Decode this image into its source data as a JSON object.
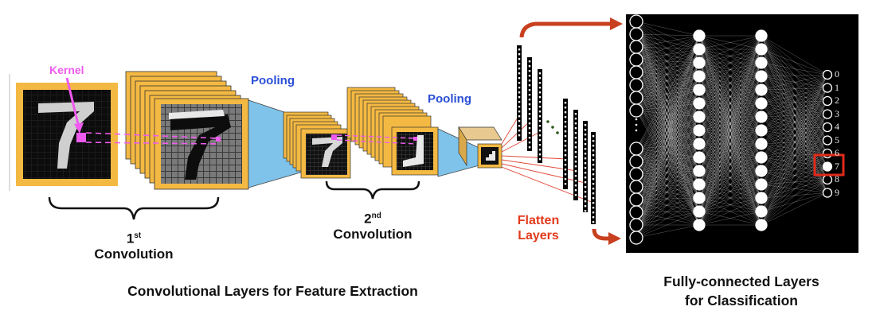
{
  "labels": {
    "kernel": "Kernel",
    "pooling_1": "Pooling",
    "pooling_2": "Pooling",
    "conv1_num": "1",
    "conv1_sup": "st",
    "conv1_word": "Convolution",
    "conv2_num": "2",
    "conv2_sup": "nd",
    "conv2_word": "Convolution",
    "flatten_line1": "Flatten",
    "flatten_line2": "Layers",
    "feature_title": "Convolutional Layers for Feature Extraction",
    "classification_title_line1": "Fully-connected Layers",
    "classification_title_line2": "for Classification"
  },
  "output_digits": [
    "0",
    "1",
    "2",
    "3",
    "4",
    "5",
    "6",
    "7",
    "8",
    "9"
  ],
  "predicted_digit_index": 7,
  "colors": {
    "kernel": "#ee5bee",
    "pooling_text": "#2a4fd6",
    "pooling_funnel": "#7fc3ea",
    "feature_map_border": "#f4b942",
    "flatten_text": "#e23a1c",
    "arrow": "#c8401f",
    "prediction_box": "#e02a1a",
    "network_background": "#000000"
  },
  "icons": [
    "curly-brace-icon",
    "flatten-arrow-icon",
    "prediction-highlight-icon"
  ]
}
